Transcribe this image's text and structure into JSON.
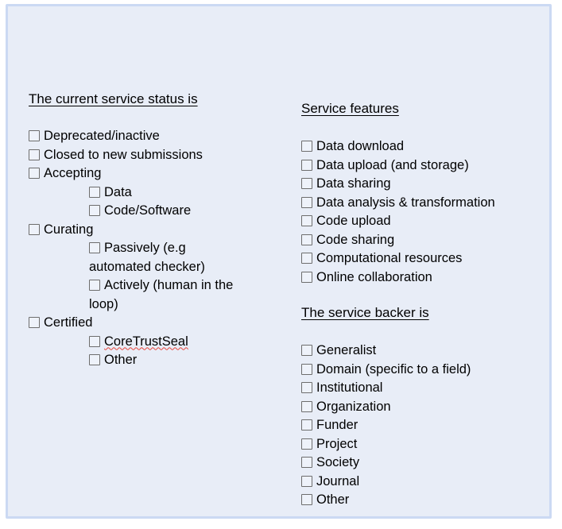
{
  "panel": {
    "background_color": "#e8edf7",
    "border_color": "#cbd9f3"
  },
  "left_column": {
    "heading": "The current service status is",
    "items": [
      {
        "label": "Deprecated/inactive",
        "level": 1
      },
      {
        "label": "Closed to new submissions",
        "level": 1
      },
      {
        "label": "Accepting",
        "level": 1
      },
      {
        "label": "Data",
        "level": 2
      },
      {
        "label": "Code/Software",
        "level": 2
      },
      {
        "label": "Curating",
        "level": 1
      },
      {
        "label": "Passively (e.g automated checker)",
        "level": 2
      },
      {
        "label": "Actively (human in the loop)",
        "level": 2
      },
      {
        "label": "Certified",
        "level": 1
      },
      {
        "label": "CoreTrustSeal",
        "level": 2,
        "spellcheck_error": true
      },
      {
        "label": "Other",
        "level": 2
      }
    ]
  },
  "right_column": {
    "features": {
      "heading": "Service features",
      "items": [
        {
          "label": "Data download"
        },
        {
          "label": "Data upload (and storage)"
        },
        {
          "label": "Data sharing"
        },
        {
          "label": "Data analysis & transformation"
        },
        {
          "label": "Code upload"
        },
        {
          "label": "Code sharing"
        },
        {
          "label": "Computational resources"
        },
        {
          "label": "Online collaboration"
        }
      ]
    },
    "backer": {
      "heading": "The service backer is",
      "items": [
        {
          "label": "Generalist"
        },
        {
          "label": "Domain (specific to a field)"
        },
        {
          "label": "Institutional"
        },
        {
          "label": "Organization"
        },
        {
          "label": "Funder"
        },
        {
          "label": "Project"
        },
        {
          "label": "Society"
        },
        {
          "label": "Journal"
        },
        {
          "label": "Other"
        }
      ]
    }
  },
  "icons": {
    "checkbox": "checkbox-unchecked-icon"
  }
}
